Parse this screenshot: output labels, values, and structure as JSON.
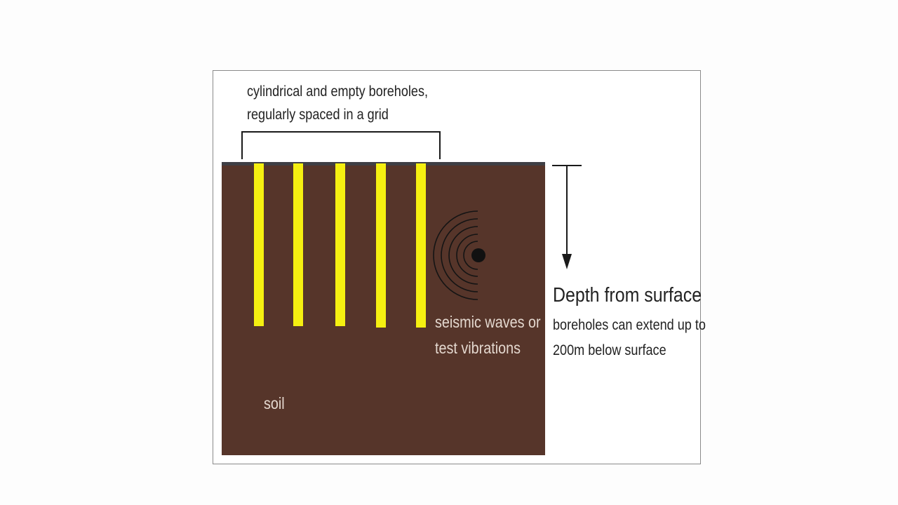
{
  "boreholes_label": {
    "line1": "cylindrical and empty boreholes,",
    "line2": "regularly spaced in a grid"
  },
  "seismic_label": {
    "line1": "seismic waves or",
    "line2": "test vibrations"
  },
  "soil_label": "soil",
  "depth": {
    "title": "Depth from surface",
    "note_line1": "boreholes can extend up to",
    "note_line2": "200m below surface"
  },
  "colors": {
    "soil": "#56352a",
    "surface": "#3f3f45",
    "borehole": "#f5f011",
    "ink": "#222222",
    "soil_text": "#e4d8cf"
  },
  "borehole_count": 5
}
